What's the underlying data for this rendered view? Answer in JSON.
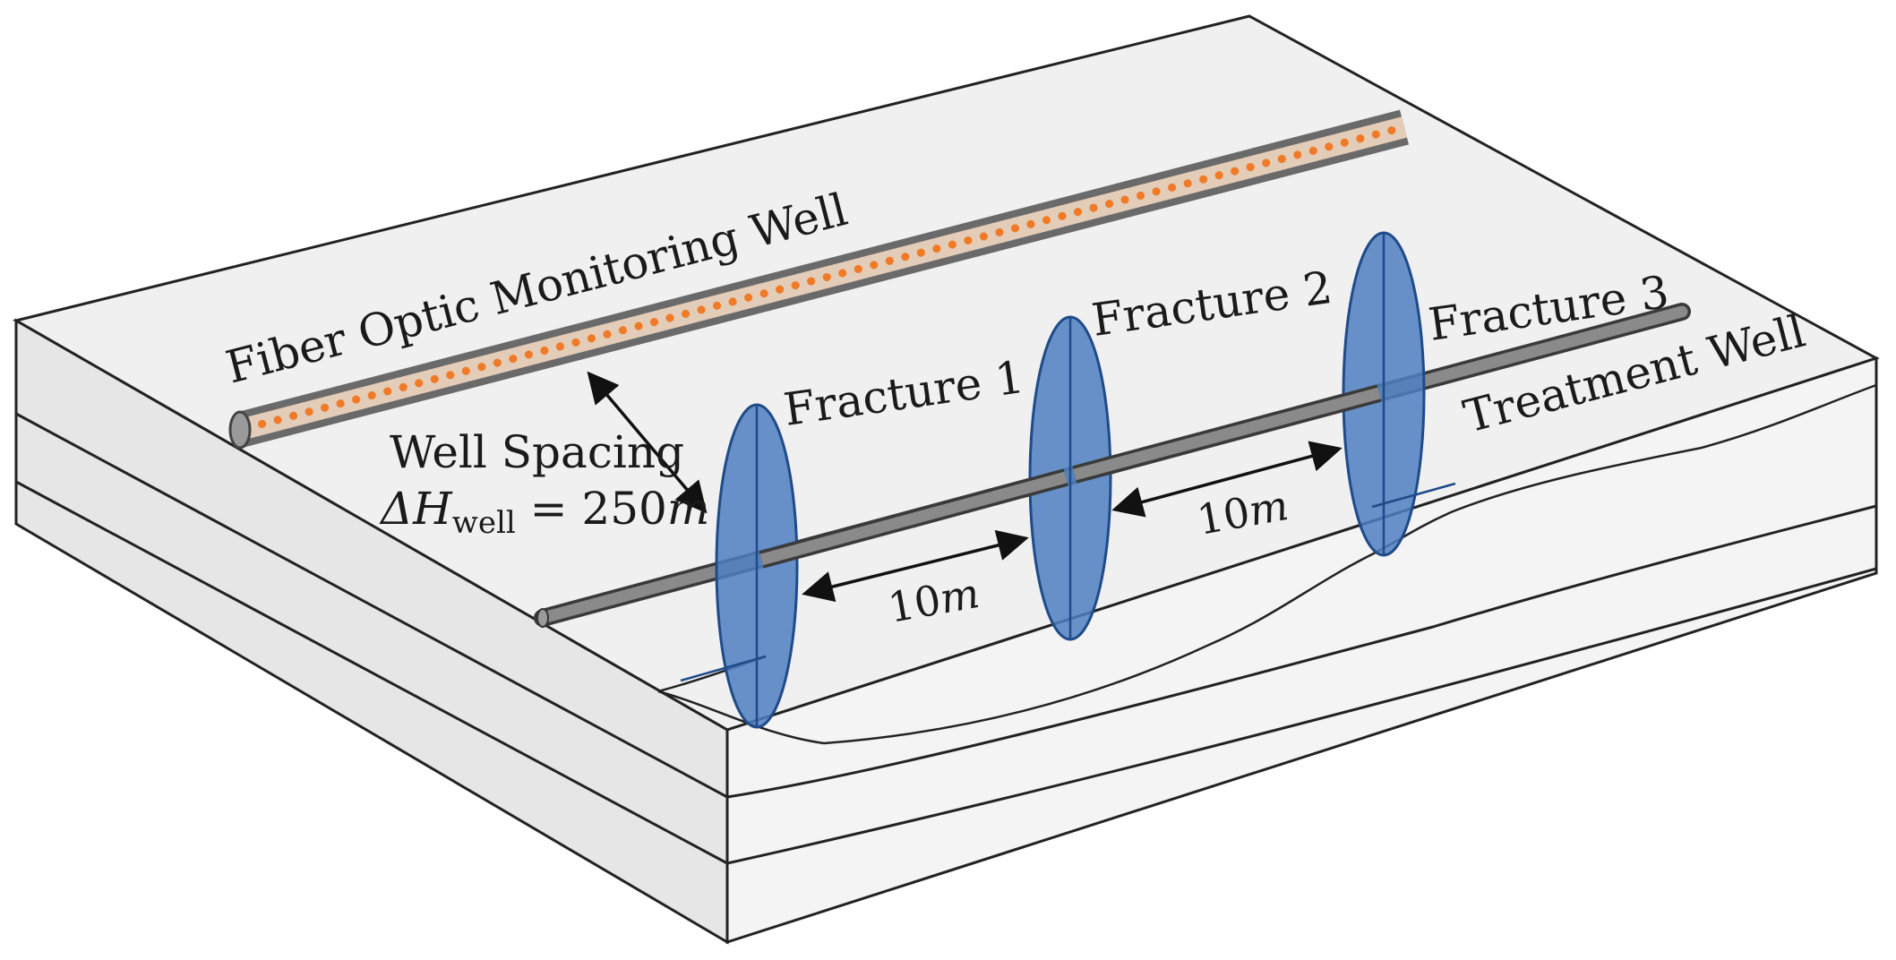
{
  "labels": {
    "monitoring_well": "Fiber Optic Monitoring Well",
    "treatment_well": "Treatment Well",
    "well_spacing": "Well Spacing",
    "delta_h": "ΔH",
    "delta_h_sub": "well",
    "delta_h_value": " = 250",
    "delta_h_unit": "m",
    "fracture_1": "Fracture 1",
    "fracture_2": "Fracture 2",
    "fracture_3": "Fracture 3",
    "spacing_1_value": "10",
    "spacing_1_unit": "m",
    "spacing_2_value": "10",
    "spacing_2_unit": "m"
  },
  "colors": {
    "block_top": "#f0f0f0",
    "block_front": "#f4f4f4",
    "block_side": "#e6e6e6",
    "edge": "#222222",
    "fracture_fill": "#4d7fc0",
    "fracture_stroke": "#1f4b8a",
    "well_pipe": "#707070",
    "fiber_core": "#e0c8b4",
    "fiber_dots": "#f07a26"
  }
}
